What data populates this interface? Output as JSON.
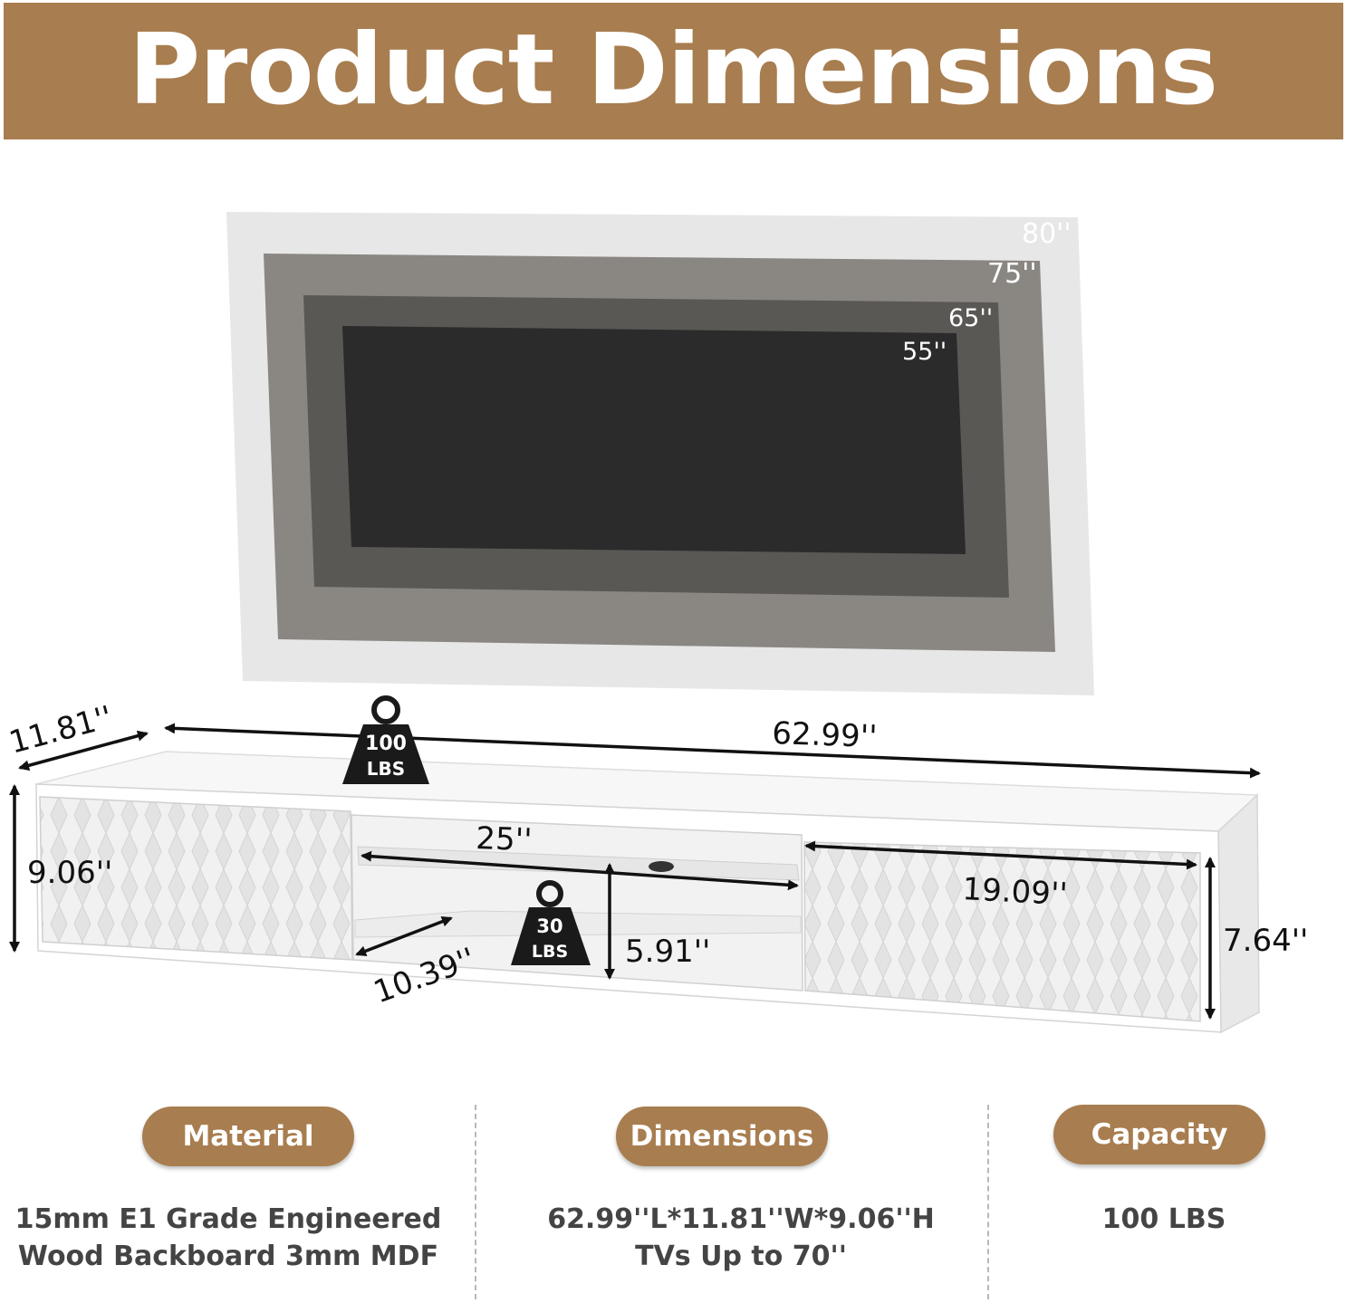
{
  "header": {
    "title": "Product Dimensions"
  },
  "tv_sizes": [
    "80''",
    "75''",
    "65''",
    "55''"
  ],
  "measurements": {
    "depth": "11.81''",
    "length": "62.99''",
    "height": "9.06''",
    "shelf_width": "25''",
    "shelf_depth": "10.39''",
    "shelf_height": "5.91''",
    "cabinet_width": "19.09''",
    "cabinet_height": "7.64''"
  },
  "weights": {
    "top": {
      "value": "100",
      "unit": "LBS"
    },
    "shelf": {
      "value": "30",
      "unit": "LBS"
    }
  },
  "features": [
    {
      "title": "Material",
      "lines": [
        "15mm E1 Grade  Engineered",
        "Wood Backboard 3mm MDF"
      ]
    },
    {
      "title": "Dimensions",
      "lines": [
        "62.99''L*11.81''W*9.06''H",
        "TVs Up to 70''"
      ]
    },
    {
      "title": "Capacity",
      "lines": [
        "100 LBS"
      ]
    }
  ],
  "colors": {
    "accent": "#a87d4f",
    "tv_screen": "#2b2b2b"
  },
  "icons": [
    "weight-icon",
    "dimension-arrow-icon"
  ]
}
